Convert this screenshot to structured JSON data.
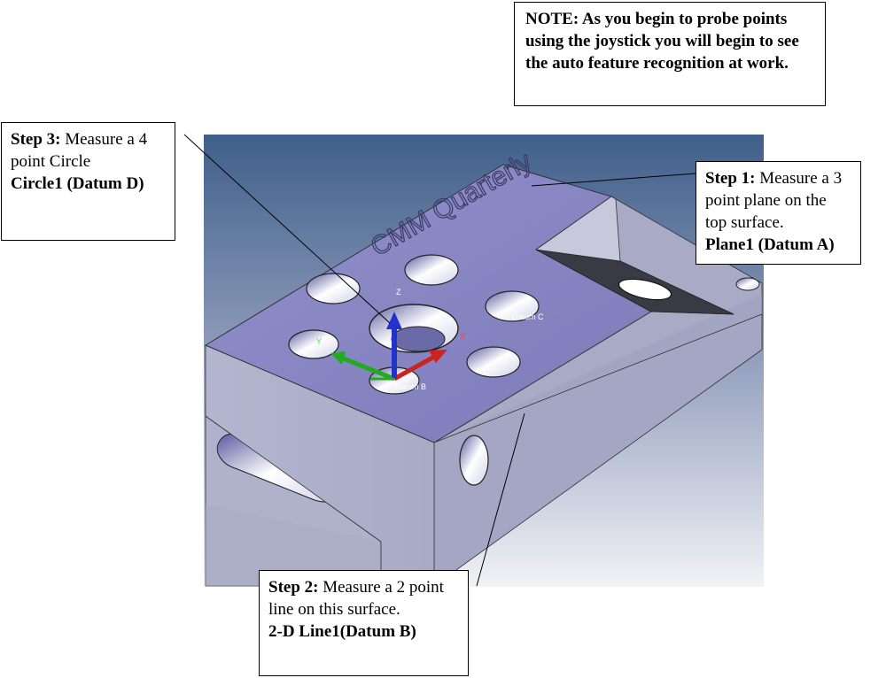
{
  "note": {
    "text": "NOTE: As you begin to probe points using the joystick you will begin to see the auto feature recognition at work."
  },
  "step3": {
    "heading": "Step 3:",
    "text": " Measure a 4 point Circle",
    "feature": "Circle1 (Datum D)"
  },
  "step1": {
    "heading": "Step 1:",
    "text": " Measure a 3 point plane on the top surface.",
    "feature": "Plane1 (Datum A)"
  },
  "step2": {
    "heading": "Step 2:",
    "text": " Measure a 2 point line on this surface.",
    "feature": "2-D Line1(Datum B)"
  },
  "model": {
    "engraving": "CMM Quarterly",
    "datum_b_label": "Datum B",
    "datum_c_label": "Datum C",
    "axis_x": "X",
    "axis_y": "Y",
    "axis_z": "Z"
  },
  "colors": {
    "top_face": "#8a88c4",
    "side_face": "#b8b9d0",
    "background_top": "#3f5f8a",
    "axis_x": "#cc2222",
    "axis_y": "#22aa22",
    "axis_z": "#2233cc"
  }
}
